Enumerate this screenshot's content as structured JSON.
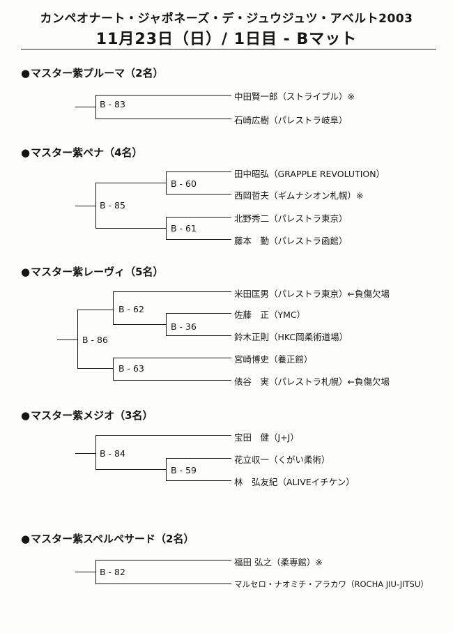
{
  "header": {
    "title": "カンペオナート・ジャポネーズ・デ・ジュウジュツ・アベルト2003",
    "subtitle": "11月23日（日）/ 1日目 - Bマット"
  },
  "divisions": [
    {
      "heading": "マスター紫プルーマ（2名）",
      "matches": [
        "B - 83"
      ],
      "entries": [
        "中田賢一郎（ストライプル）※",
        "石崎広樹（パレストラ岐阜）"
      ]
    },
    {
      "heading": "マスター紫ペナ（4名）",
      "matches": [
        "B - 60",
        "B - 85",
        "B - 61"
      ],
      "entries": [
        "田中昭弘（GRAPPLE REVOLUTION）",
        "西岡哲夫（ギムナシオン札幌）※",
        "北野秀二（パレストラ東京）",
        "藤本　勤（パレストラ函館）"
      ]
    },
    {
      "heading": "マスター紫レーヴィ（5名）",
      "matches": [
        "B - 62",
        "B - 36",
        "B - 86",
        "B - 63"
      ],
      "entries": [
        "米田匡男（パレストラ東京）←負傷欠場",
        "佐藤　正（YMC）",
        "鈴木正則（HKC岡柔術道場）",
        "宮崎博史（養正館）",
        "俵谷　実（パレストラ札幌）←負傷欠場"
      ]
    },
    {
      "heading": "マスター紫メジオ（3名）",
      "matches": [
        "B - 84",
        "B - 59"
      ],
      "entries": [
        "宝田　健（J+J）",
        "花立収一（くがい柔術）",
        "林　弘友紀（ALIVEイチケン）"
      ]
    },
    {
      "heading": "マスター紫スペルペサード（2名）",
      "matches": [
        "B - 82"
      ],
      "entries": [
        "福田 弘之（柔専館）※",
        "マルセロ・ナオミチ・アラカワ（ROCHA JIU-JITSU）"
      ]
    }
  ]
}
